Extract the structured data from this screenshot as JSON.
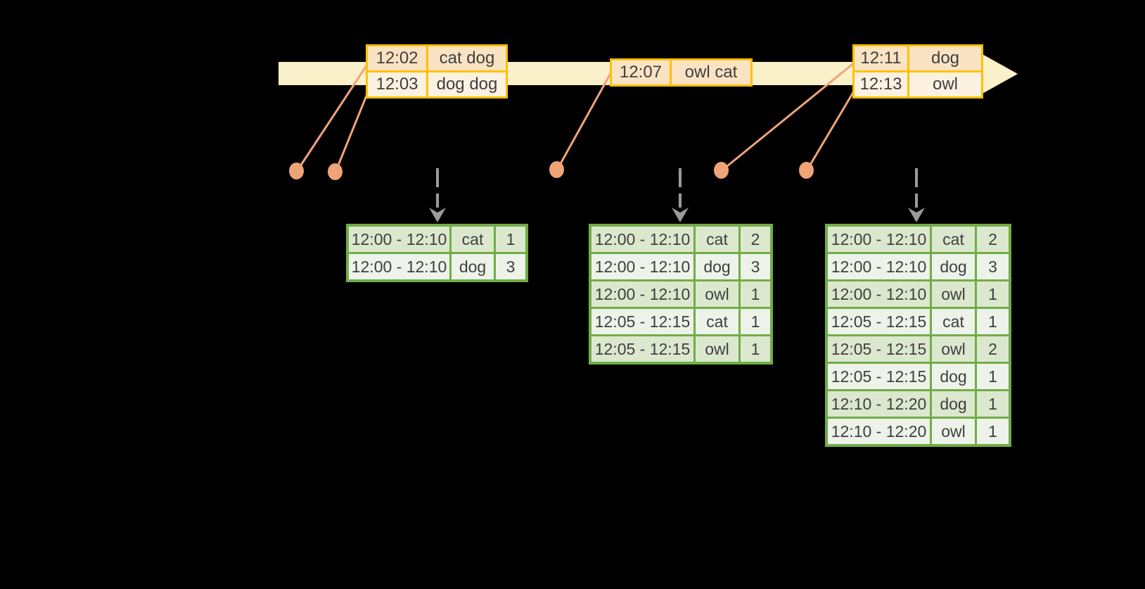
{
  "colors": {
    "background": "#000000",
    "gold": "#FFC000",
    "peach-dark": "#FAE3C3",
    "peach-light": "#FDF2E1",
    "cream": "#FAF0C9",
    "salmon": "#EFA477",
    "green": "#70AD47",
    "green-row-dark": "#DCE8CE",
    "green-row-light": "#EDF3E9",
    "gray": "#9B9B9B",
    "text": "#3F3F3F"
  },
  "event_tables": [
    {
      "rows": [
        [
          "12:02",
          "cat dog"
        ],
        [
          "12:03",
          "dog dog"
        ]
      ]
    },
    {
      "rows": [
        [
          "12:07",
          "owl cat"
        ]
      ]
    },
    {
      "rows": [
        [
          "12:11",
          "dog"
        ],
        [
          "12:13",
          "owl"
        ]
      ]
    }
  ],
  "result_tables": [
    {
      "rows": [
        [
          "12:00 - 12:10",
          "cat",
          "1"
        ],
        [
          "12:00 - 12:10",
          "dog",
          "3"
        ]
      ]
    },
    {
      "rows": [
        [
          "12:00 - 12:10",
          "cat",
          "2"
        ],
        [
          "12:00 - 12:10",
          "dog",
          "3"
        ],
        [
          "12:00 - 12:10",
          "owl",
          "1"
        ],
        [
          "12:05 - 12:15",
          "cat",
          "1"
        ],
        [
          "12:05 - 12:15",
          "owl",
          "1"
        ]
      ]
    },
    {
      "rows": [
        [
          "12:00 - 12:10",
          "cat",
          "2"
        ],
        [
          "12:00 - 12:10",
          "dog",
          "3"
        ],
        [
          "12:00 - 12:10",
          "owl",
          "1"
        ],
        [
          "12:05 - 12:15",
          "cat",
          "1"
        ],
        [
          "12:05 - 12:15",
          "owl",
          "2"
        ],
        [
          "12:05 - 12:15",
          "dog",
          "1"
        ],
        [
          "12:10 - 12:20",
          "dog",
          "1"
        ],
        [
          "12:10 - 12:20",
          "owl",
          "1"
        ]
      ]
    }
  ]
}
